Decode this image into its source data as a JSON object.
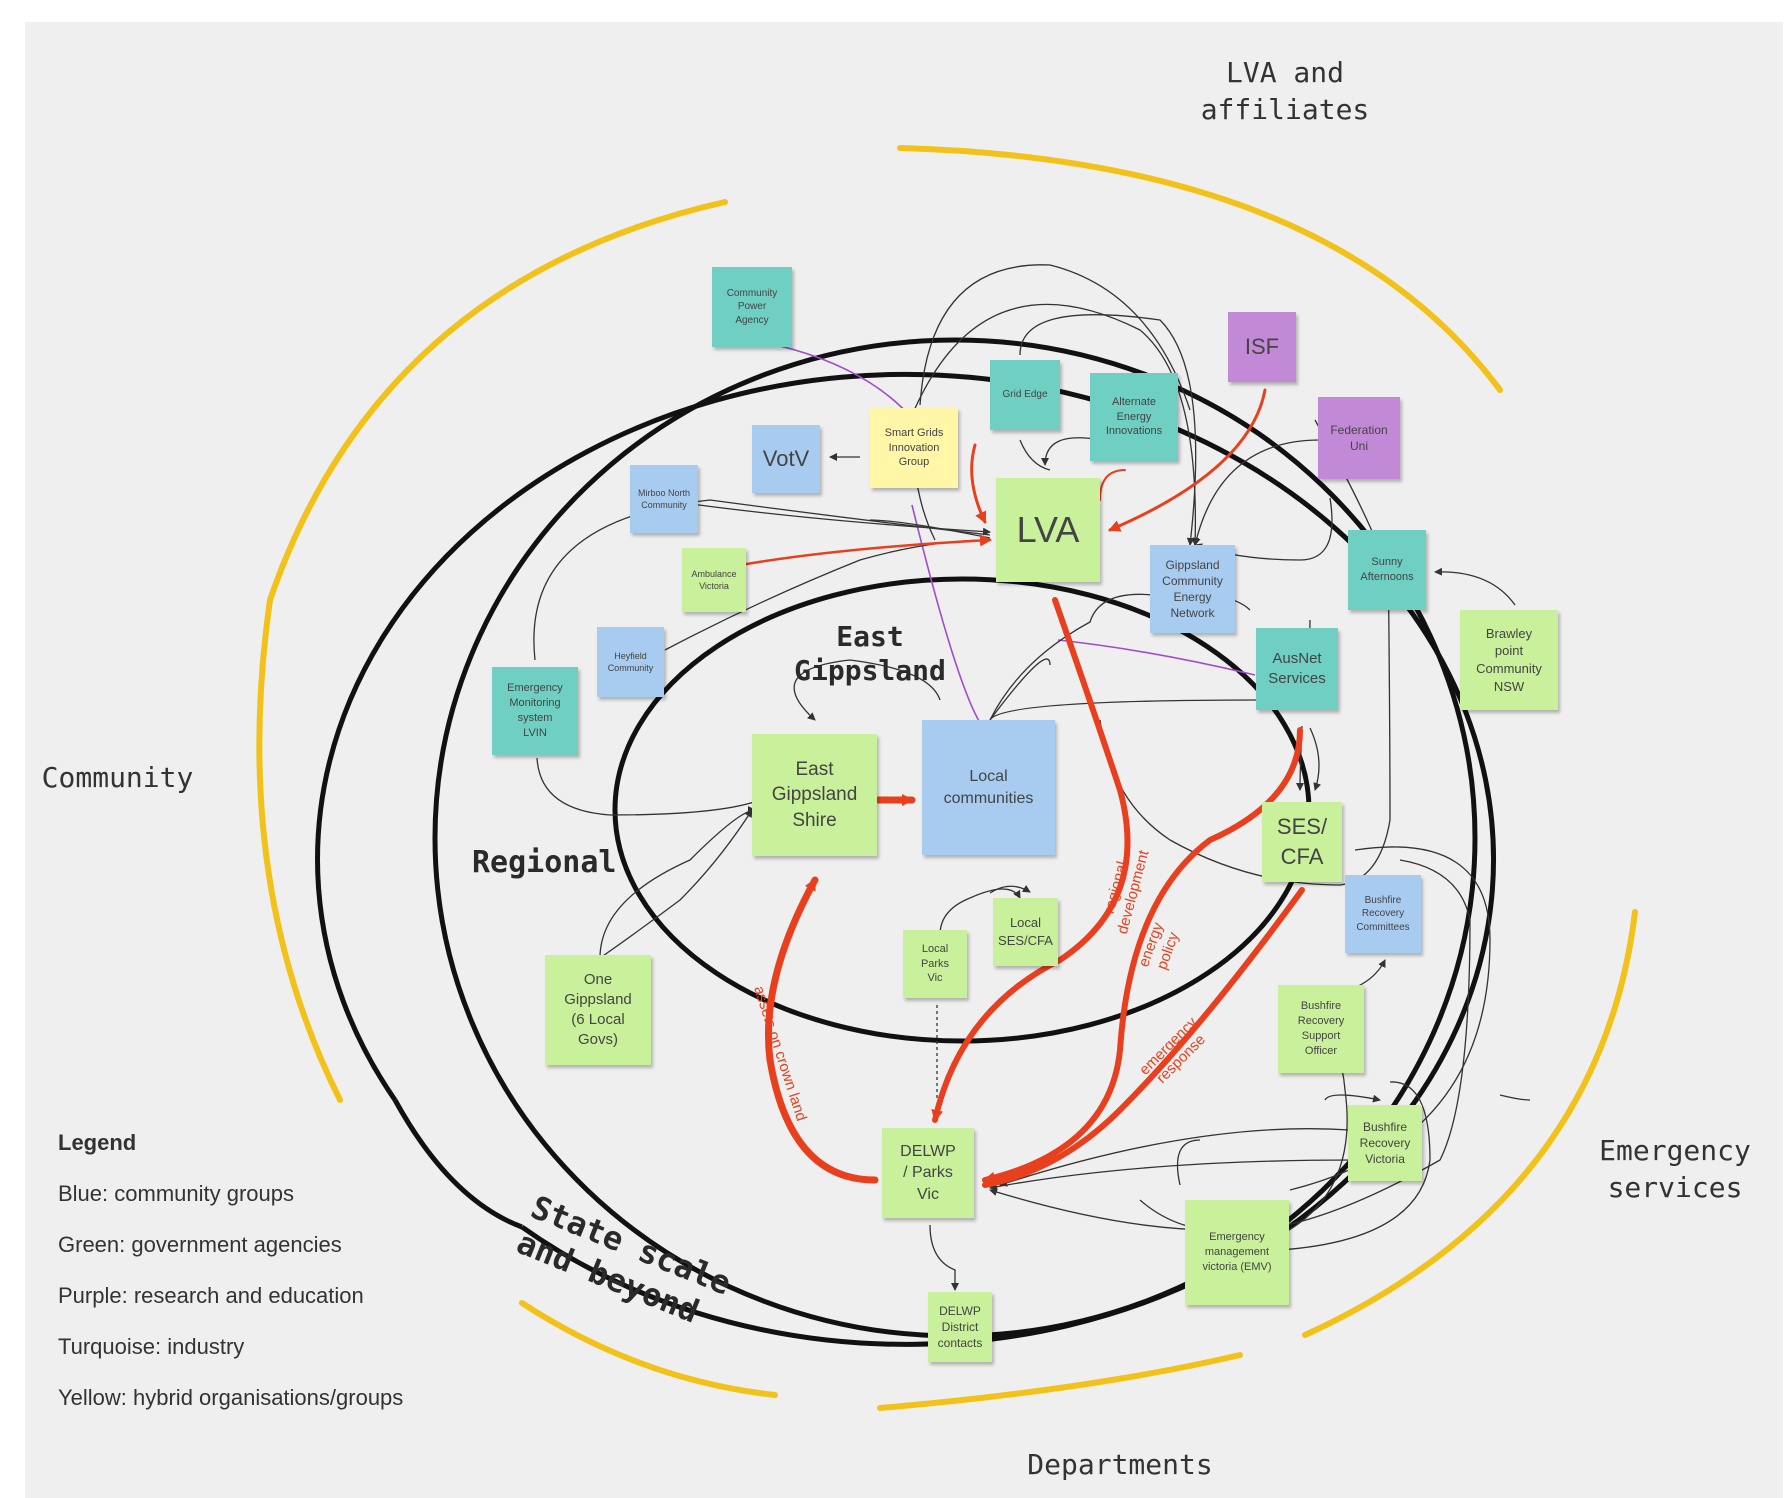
{
  "outer_labels": {
    "lva_affiliates": "LVA and\naffiliates",
    "community": "Community",
    "emergency": "Emergency\nservices",
    "departments": "Departments"
  },
  "ring_labels": {
    "east_gippsland": "East\nGippsland",
    "regional": "Regional",
    "state": "State scale\nand beyond"
  },
  "notes": {
    "community_power_agency": "Community\nPower\nAgency",
    "smart_grids": "Smart Grids\nInnovation\nGroup",
    "grid_edge": "Grid Edge",
    "alternate_energy": "Alternate\nEnergy\nInnovations",
    "isf": "ISF",
    "federation_uni": "Federation\nUni",
    "votv": "VotV",
    "mirboo": "Mirboo North\nCommunity",
    "lva": "LVA",
    "gippsland_cen": "Gippsland\nCommunity\nEnergy\nNetwork",
    "sunny": "Sunny\nAfternoons",
    "brawley": "Brawley\npoint\nCommunity\nNSW",
    "ambulance": "Ambulance\nVictoria",
    "heyfield": "Heyfield\nCommunity",
    "emergency_monitoring": "Emergency\nMonitoring\nsystem\nLVIN",
    "ausnet": "AusNet\nServices",
    "eg_shire": "East\nGippsland\nShire",
    "local_communities": "Local\ncommunities",
    "ses_cfa": "SES/\nCFA",
    "bushfire_committees": "Bushfire\nRecovery\nCommittees",
    "local_ses_cfa": "Local\nSES/CFA",
    "local_parks": "Local\nParks\nVic",
    "one_gippsland": "One\nGippsland\n(6 Local\nGovs)",
    "bushfire_officer": "Bushfire\nRecovery\nSupport\nOfficer",
    "bushfire_victoria": "Bushfire\nRecovery\nVictoria",
    "delwp": "DELWP\n/ Parks\nVic",
    "emv": "Emergency\nmanagement\nvictoria (EMV)",
    "delwp_district": "DELWP\nDistrict\ncontacts"
  },
  "flow_labels": {
    "regional_development": "regional\ndevelopment",
    "energy_policy": "energy\npolicy",
    "emergency_response": "emergency\nresponse",
    "assets": "assets on crown land"
  },
  "legend": {
    "title": "Legend",
    "items": [
      "Blue: community groups",
      "Green: government agencies",
      "Purple: research and education",
      "Turquoise: industry",
      "Yellow: hybrid organisations/groups"
    ]
  },
  "colors": {
    "blue": "#a8cbf0",
    "green": "#c9f09a",
    "purple": "#c28ad6",
    "turquoise": "#6fcfc2",
    "yellow": "#fff6a8",
    "arc": "#f2c21b",
    "flow": "#e8401f"
  }
}
